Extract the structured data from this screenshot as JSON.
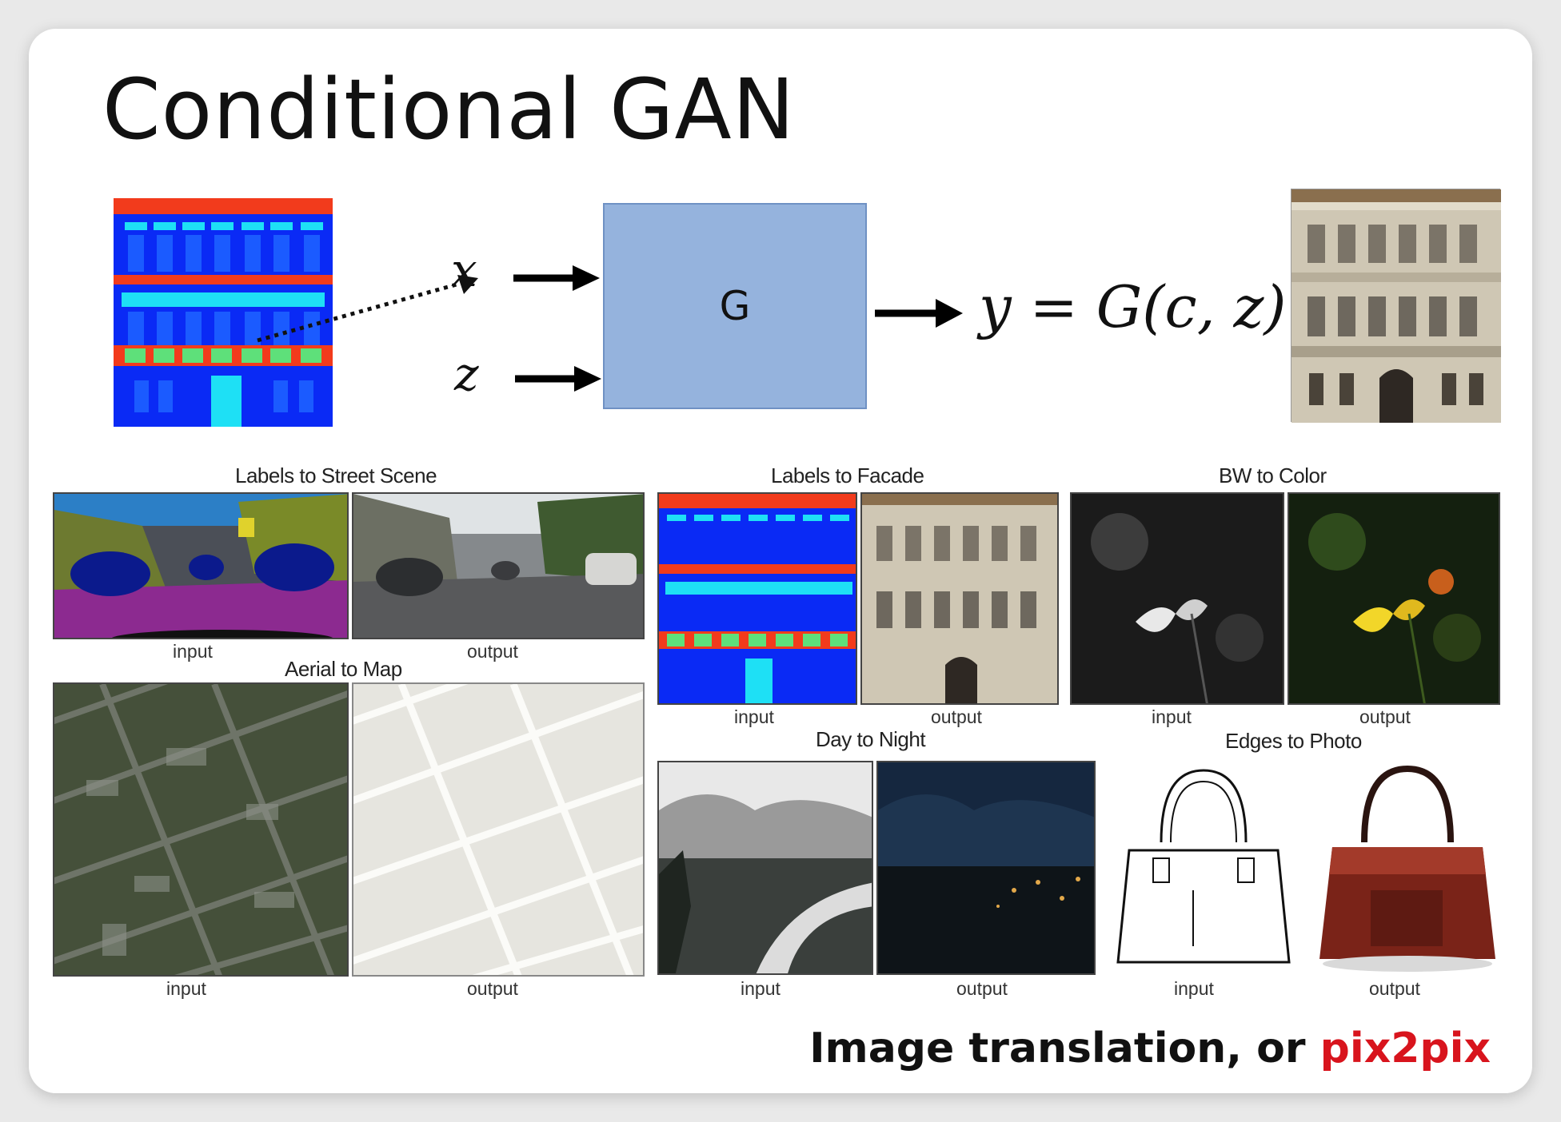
{
  "slide": {
    "title": "Conditional GAN",
    "generator_label": "G",
    "input_x": "x",
    "input_z": "z",
    "output_eq": "y = G(c, z)",
    "footer_main": "Image translation, or ",
    "footer_highlight": "pix2pix"
  },
  "examples": {
    "street": {
      "title": "Labels to Street Scene",
      "in": "input",
      "out": "output"
    },
    "facade": {
      "title": "Labels to Facade",
      "in": "input",
      "out": "output"
    },
    "bw": {
      "title": "BW to Color",
      "in": "input",
      "out": "output"
    },
    "aerial": {
      "title": "Aerial to Map",
      "in": "input",
      "out": "output"
    },
    "daynight": {
      "title": "Day to Night",
      "in": "input",
      "out": "output"
    },
    "edges": {
      "title": "Edges to Photo",
      "in": "input",
      "out": "output"
    }
  },
  "colors": {
    "label_blue": "#0a2af5",
    "label_red": "#f23b1c",
    "label_cyan": "#1ee0f5",
    "label_green": "#5ee07a",
    "generator_fill": "#95b3dd",
    "highlight_red": "#d8141d"
  }
}
